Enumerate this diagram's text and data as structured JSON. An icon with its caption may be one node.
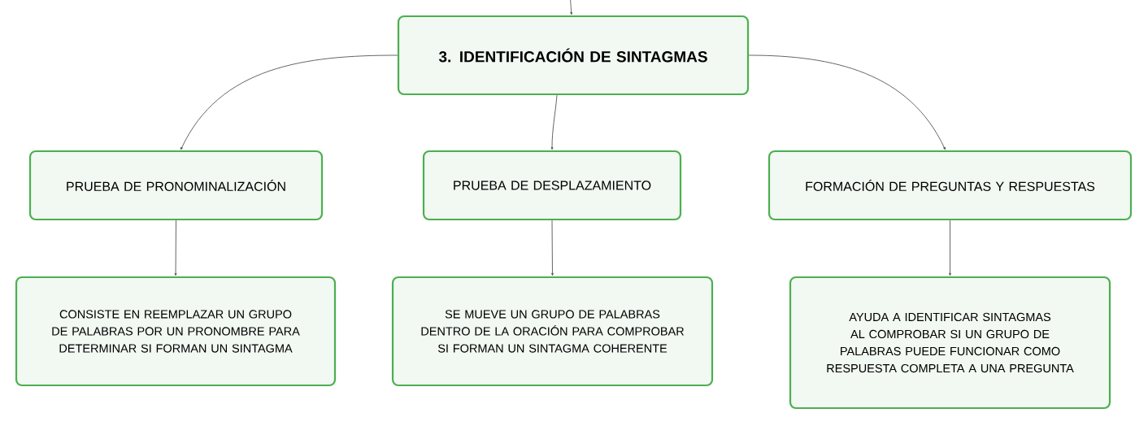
{
  "diagram": {
    "nodes": [
      {
        "text": [
          "3. IDENTIFICACIÓN DE SINTAGMAS"
        ]
      },
      {
        "text": [
          "PRUEBA DE PRONOMINALIZACIÓN"
        ]
      },
      {
        "text": [
          "PRUEBA DE DESPLAZAMIENTO"
        ]
      },
      {
        "text": [
          "FORMACIÓN DE PREGUNTAS Y RESPUESTAS"
        ]
      },
      {
        "text": [
          "CONSISTE EN REEMPLAZAR UN GRUPO DE PALABRAS POR UN PRONOMBRE PARA DETERMINAR SI FORMAN UN SINTAGMA"
        ]
      },
      {
        "text": [
          "SE MUEVE UN GRUPO DE PALABRAS DENTRO DE LA ORACIÓN PARA COMPROBAR SI FORMAN UN SINTAGMA COHERENTE"
        ]
      },
      {
        "text": [
          "AYUDA A IDENTIFICAR SINTAGMAS AL COMPROBAR SI UN GRUPO DE PALABRAS PUEDE FUNCIONAR COMO RESPUESTA COMPLETA A UNA PREGUNTA"
        ]
      }
    ],
    "edges": [
      {
        "from": null,
        "to": 0,
        "arrow": "to"
      },
      {
        "from": 0,
        "to": 1,
        "arrow": "to"
      },
      {
        "from": 0,
        "to": 2,
        "arrow": "to"
      },
      {
        "from": 0,
        "to": 3,
        "arrow": "to"
      },
      {
        "from": 1,
        "to": 4,
        "arrow": "to"
      },
      {
        "from": 2,
        "to": 5,
        "arrow": "to"
      },
      {
        "from": 3,
        "to": 6,
        "arrow": "to"
      }
    ]
  }
}
